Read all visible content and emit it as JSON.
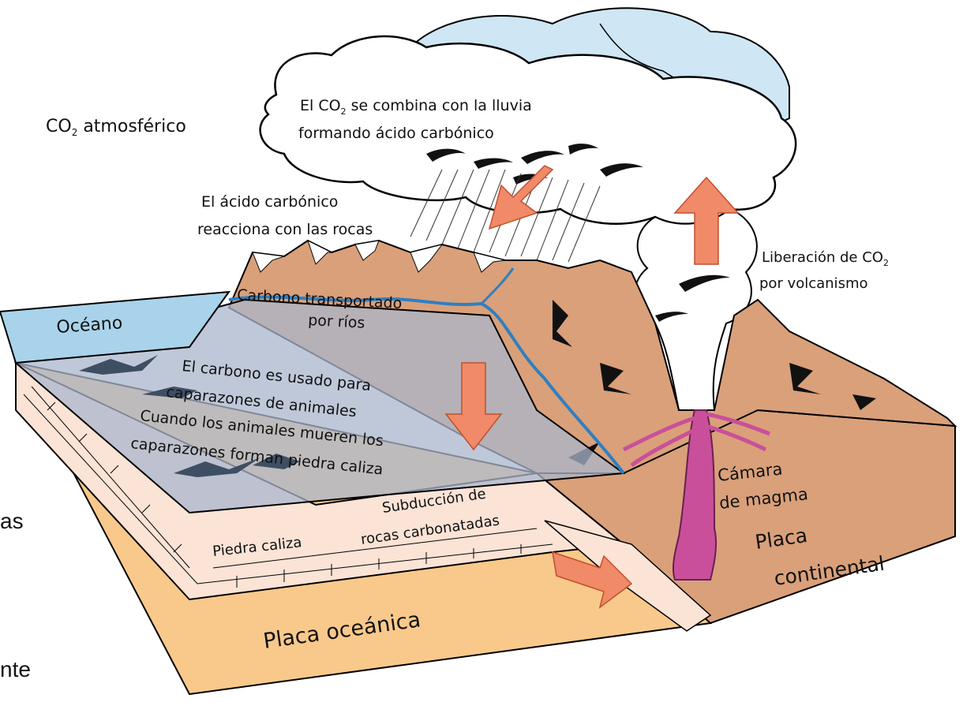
{
  "labels": {
    "atmospheric_co2": {
      "main": "CO",
      "sub": "2",
      "rest": " atmosférico"
    },
    "rain_line1": {
      "main": "El CO",
      "sub": "2",
      "rest": " se combina con la lluvia"
    },
    "rain_line2": "formando ácido carbónico",
    "acid_line1": "El ácido carbónico",
    "acid_line2": "reacciona con las rocas",
    "volcano_line1": {
      "main": "Liberación de CO",
      "sub": "2"
    },
    "volcano_line2": "por volcanismo",
    "rivers_line1": "Carbono transportado",
    "rivers_line2": "por ríos",
    "ocean": "Océano",
    "shells_line1": "El carbono es usado para",
    "shells_line2": "caparazones de animales",
    "limestone_line1": "Cuando los animales mueren los",
    "limestone_line2": "caparazones forman piedra caliza",
    "magma_line1": "Cámara",
    "magma_line2": "de magma",
    "continental_line1": "Placa",
    "continental_line2": "continental",
    "subduction_line1": "Subducción de",
    "subduction_line2": "rocas carbonatadas",
    "limestone_layer": "Piedra caliza",
    "oceanic_plate": "Placa oceánica",
    "cut_text_1": "as",
    "cut_text_2": "nte"
  },
  "colors": {
    "ocean": "#a9d3ea",
    "ocean_water_overlay": "#a9b6cc",
    "mountain": "#d9a07a",
    "limestone": "#fbe3d6",
    "oceanic_crust": "#f9c98b",
    "magma": "#c94f9b",
    "arrow": "#f08a68",
    "river": "#2f7fc1",
    "cloud_blue": "#cfe6f4"
  }
}
